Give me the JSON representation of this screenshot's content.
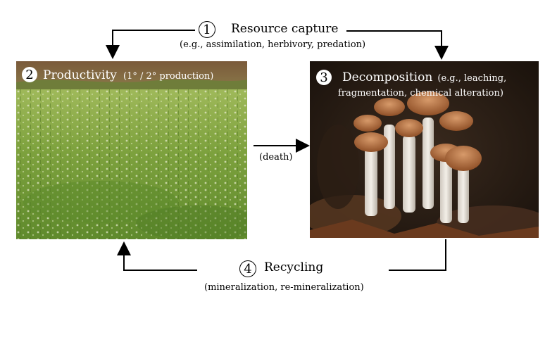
{
  "step1": {
    "number": "1",
    "title": "Resource capture",
    "subtitle": "(e.g., assimilation, herbivory, predation)"
  },
  "step2": {
    "number": "2",
    "title": "Productivity",
    "detail": "(1° / 2° production)"
  },
  "step3": {
    "number": "3",
    "title": "Decomposition",
    "detail_line1": "(e.g., leaching,",
    "detail_line2": "fragmentation, chemical alteration)"
  },
  "step4": {
    "number": "4",
    "title": "Recycling",
    "subtitle": "(mineralization, re-mineralization)"
  },
  "middle_arrow_label": "(death)",
  "images": {
    "left": "grassland-photo",
    "right": "mushrooms-photo"
  }
}
